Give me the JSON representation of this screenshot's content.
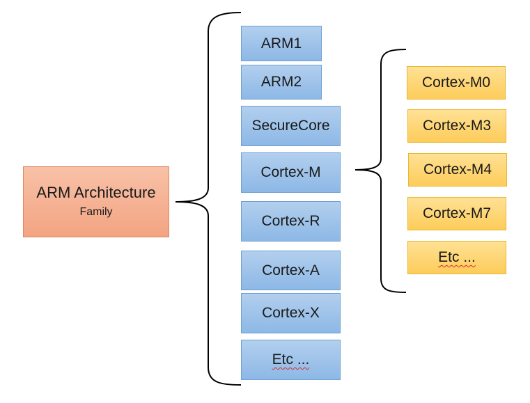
{
  "root": {
    "title": "ARM Architecture",
    "subtitle": "Family"
  },
  "families": [
    {
      "label": "ARM1"
    },
    {
      "label": "ARM2"
    },
    {
      "label": "SecureCore"
    },
    {
      "label": "Cortex-M"
    },
    {
      "label": "Cortex-R"
    },
    {
      "label": "Cortex-A"
    },
    {
      "label": "Cortex-X"
    },
    {
      "label": "Etc ..."
    }
  ],
  "cortex_m_variants": [
    {
      "label": "Cortex-M0"
    },
    {
      "label": "Cortex-M3"
    },
    {
      "label": "Cortex-M4"
    },
    {
      "label": "Cortex-M7"
    },
    {
      "label": "Etc ..."
    }
  ],
  "colors": {
    "root_fill": "#f3a482",
    "family_fill": "#8db8e6",
    "variant_fill": "#fdcc5a",
    "brace_stroke": "#000000"
  }
}
